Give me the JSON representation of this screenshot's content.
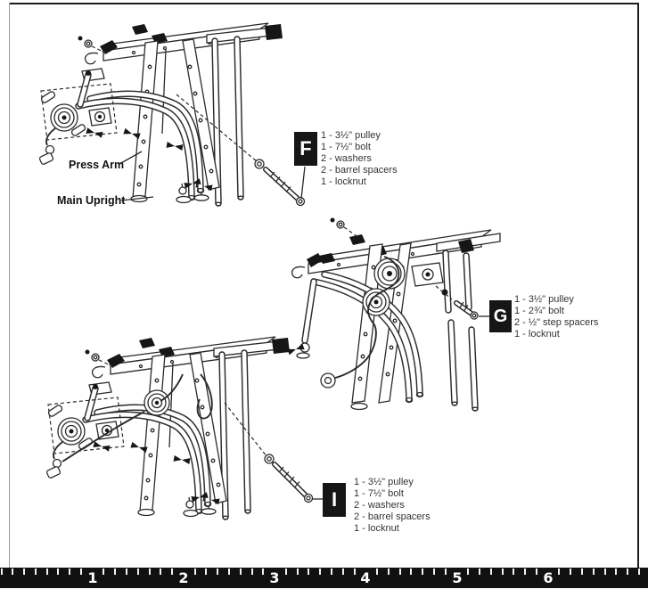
{
  "labels": {
    "press_arm": "Press Arm",
    "main_upright": "Main Upright"
  },
  "steps": [
    {
      "letter": "F",
      "parts": [
        "1 - 3½\" pulley",
        "1 - 7½\" bolt",
        "2 - washers",
        "2 - barrel spacers",
        "1 - locknut"
      ]
    },
    {
      "letter": "G",
      "parts": [
        "1 - 3½\" pulley",
        "1 - 2¾\" bolt",
        "2 - ½\" step spacers",
        "1 - locknut"
      ]
    },
    {
      "letter": "I",
      "parts": [
        "1 - 3½\" pulley",
        "1 - 7½\" bolt",
        "2 - washers",
        "2 - barrel spacers",
        "1 - locknut"
      ]
    }
  ],
  "ruler": {
    "numbers": [
      "1",
      "2",
      "3",
      "4",
      "5",
      "6"
    ]
  },
  "colors": {
    "ink": "#2b2b2b",
    "marker_bg": "#161616",
    "ruler_bg": "#111111"
  }
}
